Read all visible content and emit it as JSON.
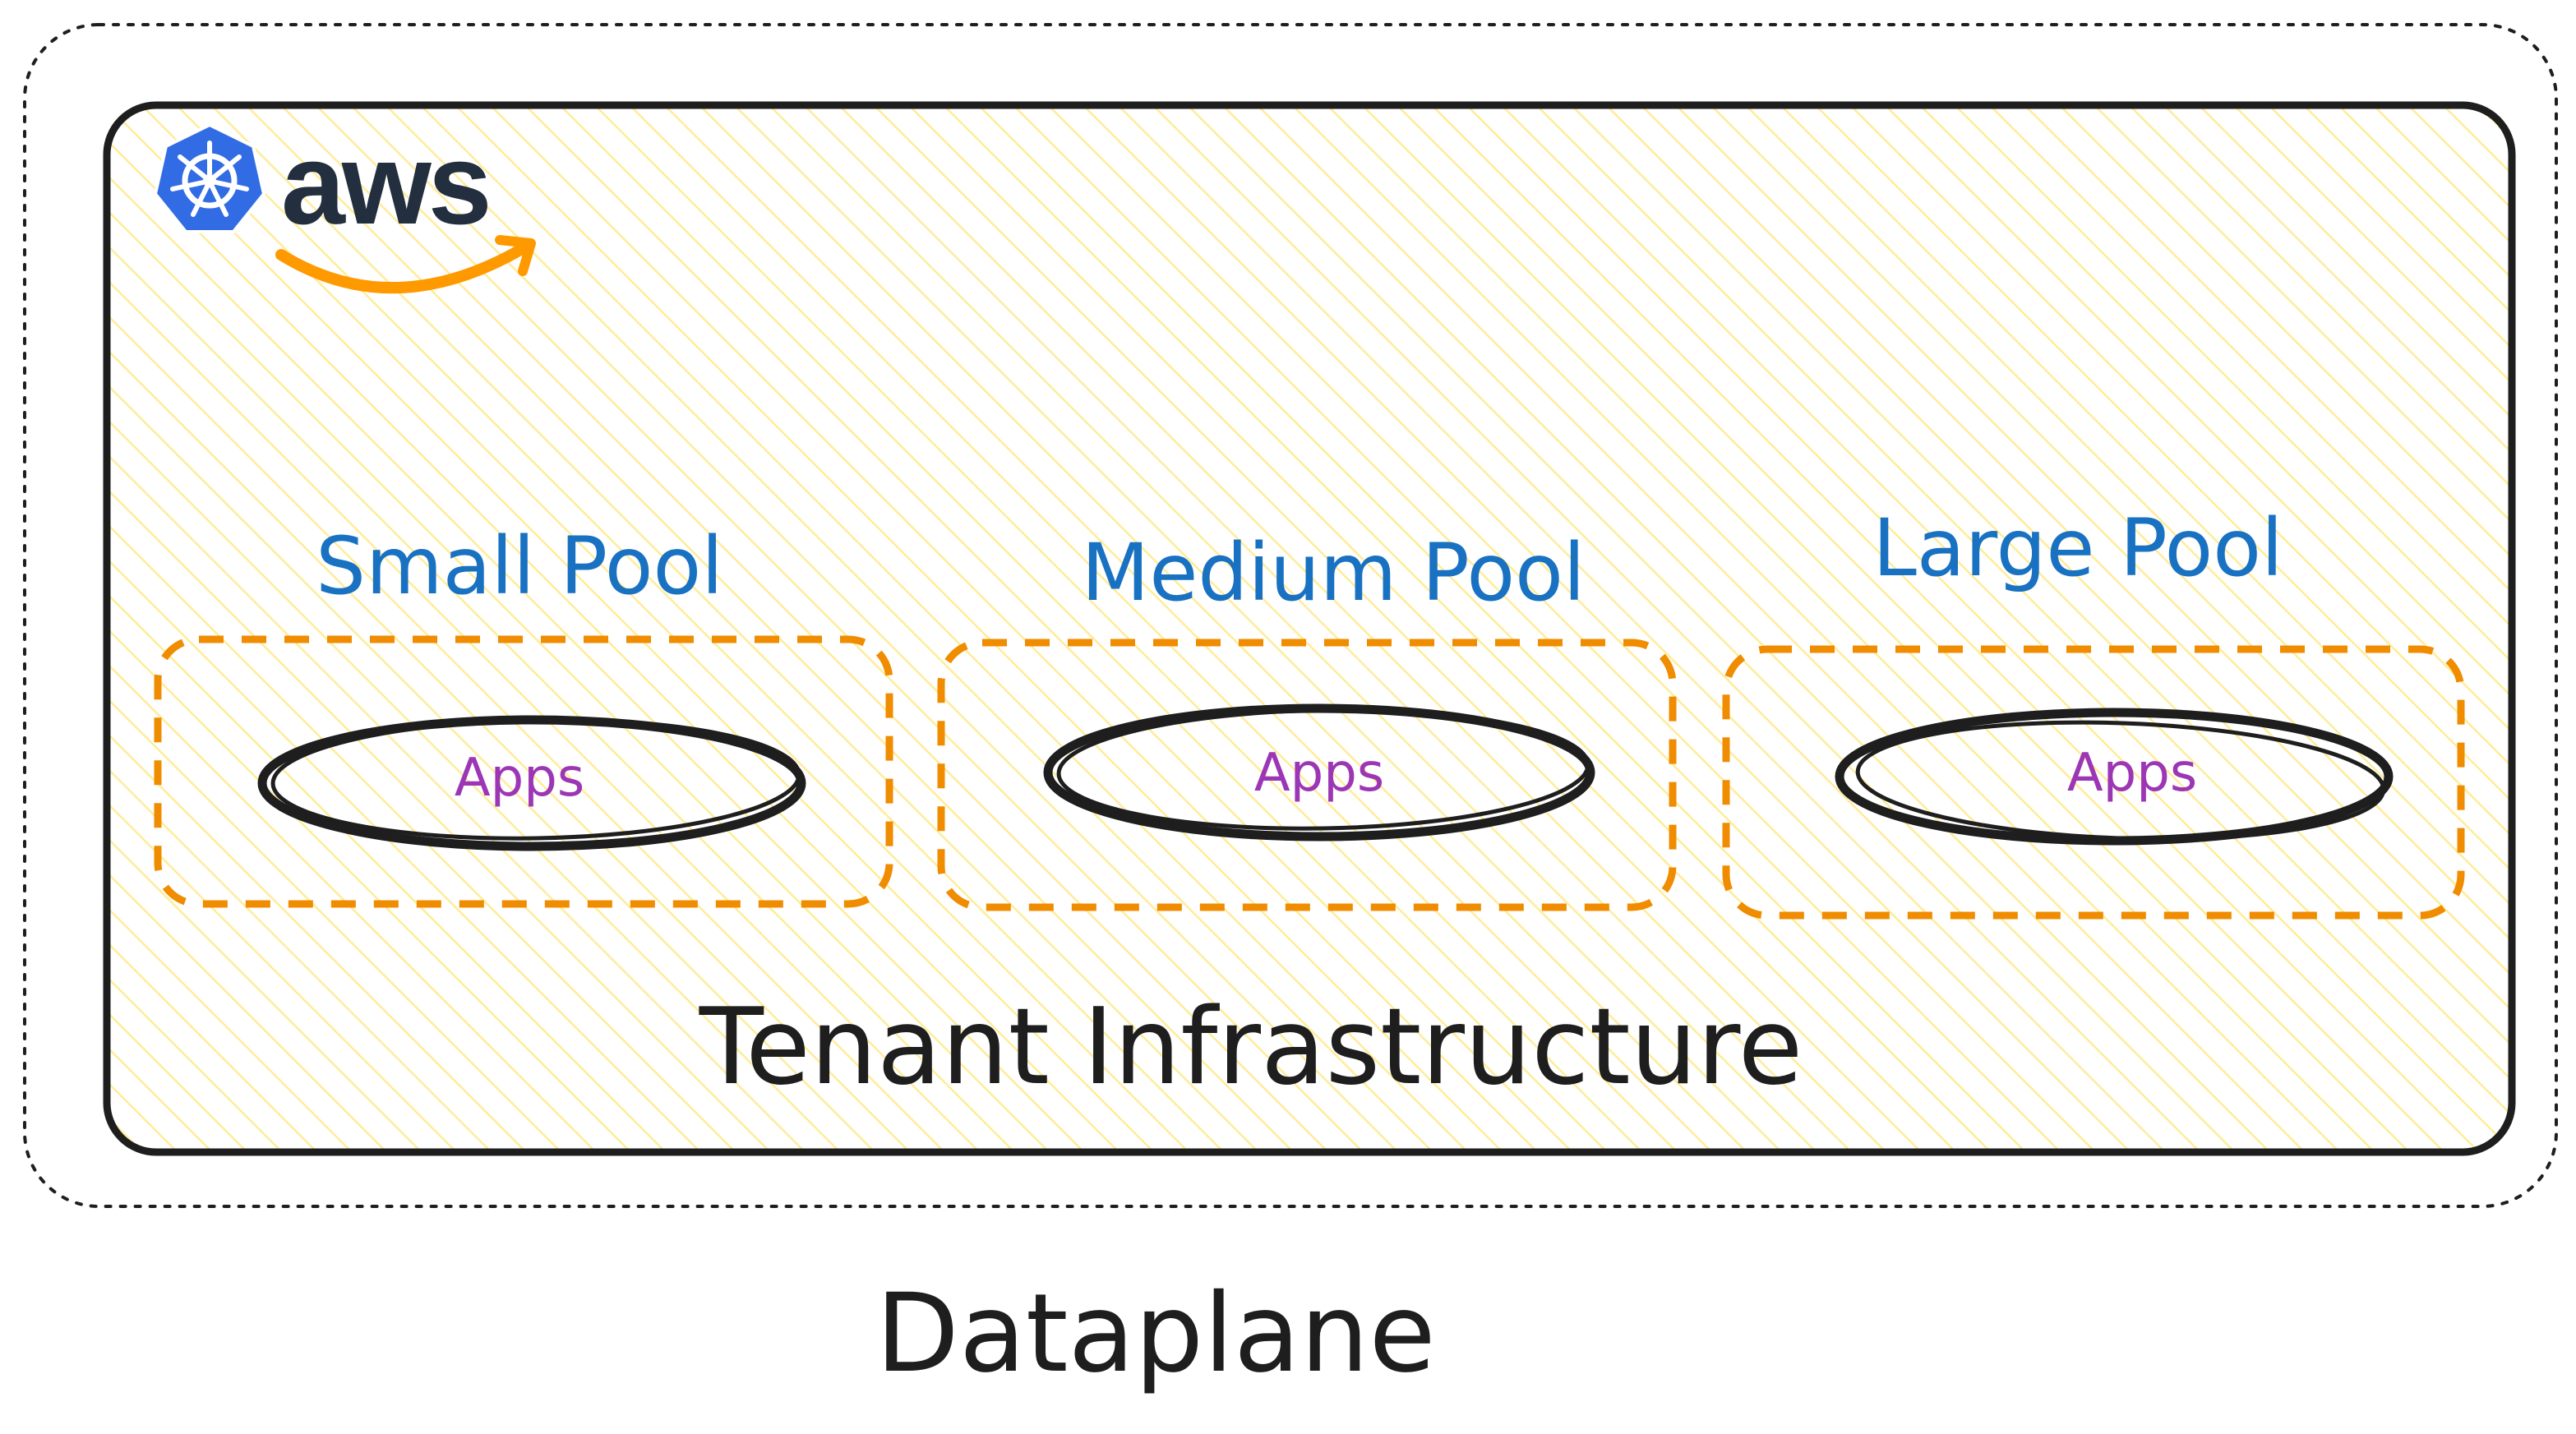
{
  "logo": {
    "brand_text": "aws",
    "icon": "kubernetes-helm-icon",
    "colors": {
      "kube_blue": "#326CE5",
      "aws_ink": "#232F3E",
      "aws_orange": "#FF9900"
    }
  },
  "infrastructure": {
    "title": "Tenant Infrastructure",
    "fill_color": "#FFEC99",
    "stroke_color": "#1E1E1E"
  },
  "pools": [
    {
      "label": "Small Pool",
      "app_label": "Apps"
    },
    {
      "label": "Medium Pool",
      "app_label": "Apps"
    },
    {
      "label": "Large Pool",
      "app_label": "Apps"
    }
  ],
  "outer": {
    "label": "Dataplane"
  },
  "colors": {
    "pool_label": "#1971C2",
    "pool_border": "#F08C00",
    "app_label": "#9C36B5",
    "ink": "#1E1E1E"
  }
}
